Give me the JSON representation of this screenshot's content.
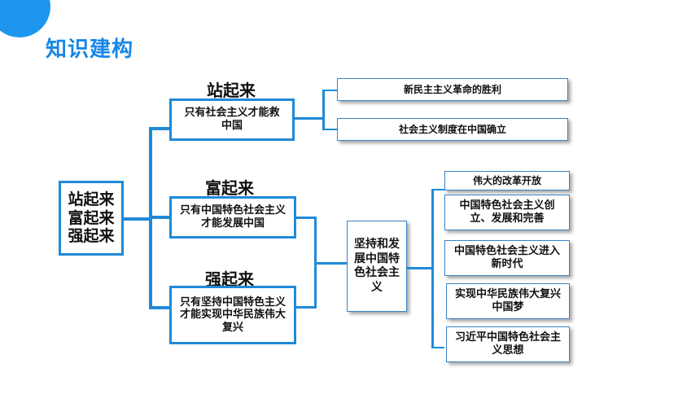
{
  "header": {
    "title": "知识建构"
  },
  "root": {
    "lines": [
      "站起来",
      "富起来",
      "强起来"
    ]
  },
  "stages": [
    {
      "heading": "站起来",
      "box_text": "只有社会主义才能救中国"
    },
    {
      "heading": "富起来",
      "box_text": "只有中国特色社会主义才能发展中国"
    },
    {
      "heading": "强起来",
      "box_text": "只有坚持中国特色主义才能实现中华民族伟大复兴"
    }
  ],
  "stand_up_items": [
    "新民主主义革命的胜利",
    "社会主义制度在中国确立"
  ],
  "center": {
    "text": "坚持和发展中国特色社会主义"
  },
  "right_items": [
    "伟大的改革开放",
    "中国特色社会主义创立、发展和完善",
    "中国特色社会主义进入新时代",
    "实现中华民族伟大复兴中国梦",
    "习近平中国特色社会主义思想"
  ],
  "colors": {
    "accent": "#1f8ad8",
    "title_blue": "#1787e6"
  }
}
